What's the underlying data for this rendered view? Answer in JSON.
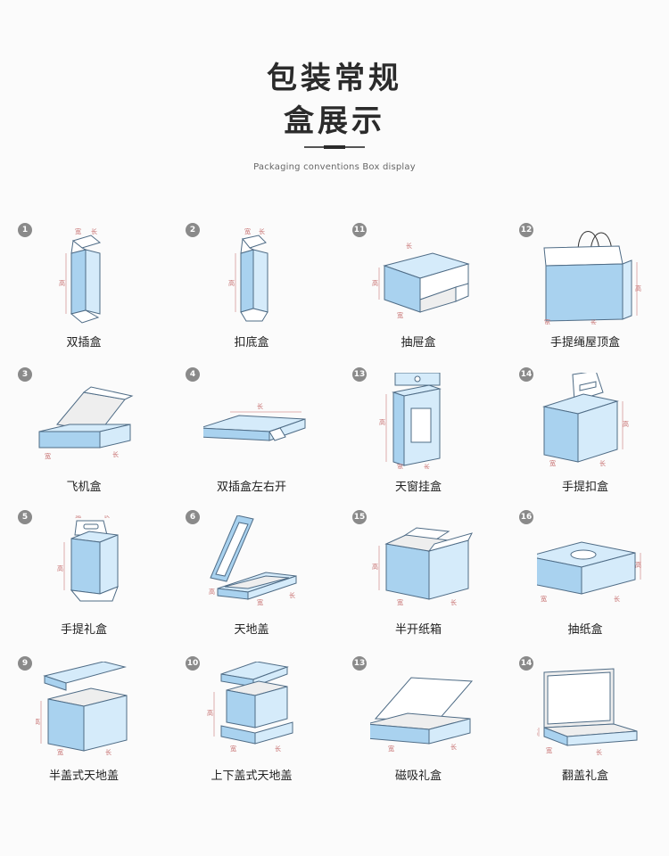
{
  "header": {
    "title_line1": "包装常规",
    "title_line2": "盒展示",
    "subtitle": "Packaging conventions Box display"
  },
  "dim_labels": {
    "width": "宽",
    "length": "长",
    "height": "高"
  },
  "colors": {
    "box_fill": "#a9d2ef",
    "box_light": "#d5ebfa",
    "badge": "#8a8a8a",
    "dimension": "#c56b6b"
  },
  "boxes": [
    {
      "number": "1",
      "label": "双插盒"
    },
    {
      "number": "2",
      "label": "扣底盒"
    },
    {
      "number": "11",
      "label": "抽屉盒"
    },
    {
      "number": "12",
      "label": "手提绳屋顶盒"
    },
    {
      "number": "3",
      "label": "飞机盒"
    },
    {
      "number": "4",
      "label": "双插盒左右开"
    },
    {
      "number": "13",
      "label": "天窗挂盒"
    },
    {
      "number": "14",
      "label": "手提扣盒"
    },
    {
      "number": "5",
      "label": "手提礼盒"
    },
    {
      "number": "6",
      "label": "天地盖"
    },
    {
      "number": "15",
      "label": "半开纸箱"
    },
    {
      "number": "16",
      "label": "抽纸盒"
    },
    {
      "number": "9",
      "label": "半盖式天地盖"
    },
    {
      "number": "10",
      "label": "上下盖式天地盖"
    },
    {
      "number": "13",
      "label": "磁吸礼盒"
    },
    {
      "number": "14",
      "label": "翻盖礼盒"
    }
  ]
}
